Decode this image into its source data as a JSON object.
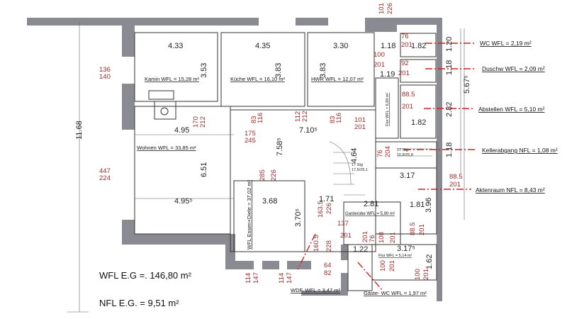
{
  "rooms": [
    "Kamin WFL = 15,28 m²",
    "Küche WFL = 16,10 m²",
    "HWR WFL = 12,07 m²",
    "Wohnen  WFL = 33,85 m²",
    "WFL Essen+Diele = 37,02 m²",
    "Flur  WFL = 6,60 m²",
    "Garderobe  WFL  = 5,90 m²",
    "Flur WFL = 5,14 m²",
    "WDF. WFL = 3,47 m²",
    "Gäste- WC WFL = 1,97 m²"
  ],
  "callouts": [
    "WC  WFL = 2,19 m²",
    "Duschw  WFL = 2,09 m²",
    "Abstellen WFL = 5,10 m²",
    "Kellerabgang NFL = 1,08 m²",
    "Aktenraum  NFL = 8,43 m²"
  ],
  "totals": {
    "wfl_label": "WFL  E.G =. 146,80 m²",
    "nfl_label": "NFL  E.G. =  9,51 m²"
  },
  "dims": [
    "4.33",
    "4.35",
    "3.30",
    "3.53",
    "3.83",
    "3.83",
    "1.18",
    "1.82",
    "1.19",
    "1.82",
    "4.95",
    "4.95⁵",
    "6.51",
    "7.58⁵",
    "7.10⁵",
    "3.68",
    "3.70⁵",
    "1.71",
    "4.64",
    "3.17",
    "2.81",
    "1.81",
    "3.96",
    "1.22",
    "3.17⁵",
    "1.62",
    "1.20",
    "1.18",
    "5.67⁵",
    "2.82",
    "1.18",
    "11.68"
  ],
  "doors": [
    "136",
    "140",
    "447",
    "224",
    "170",
    "212",
    "83",
    "116",
    "175",
    "245",
    "285",
    "226",
    "112",
    "212",
    "83",
    "116",
    "101",
    "201",
    "101",
    "226",
    "76",
    "201",
    "100",
    "201",
    "92",
    "201",
    "88.5",
    "201",
    "76",
    "204",
    "88.5",
    "201",
    "163.5",
    "226",
    "137",
    "201",
    "76",
    "201",
    "160.5",
    "228",
    "64",
    "82",
    "100",
    "201",
    "100",
    "201",
    "88.5",
    "201",
    "108",
    "201",
    "114",
    "147",
    "114",
    "147"
  ],
  "stairs": [
    "17 Stg",
    "17,5/29,1",
    "17 Stg",
    "16,8/25,8"
  ]
}
